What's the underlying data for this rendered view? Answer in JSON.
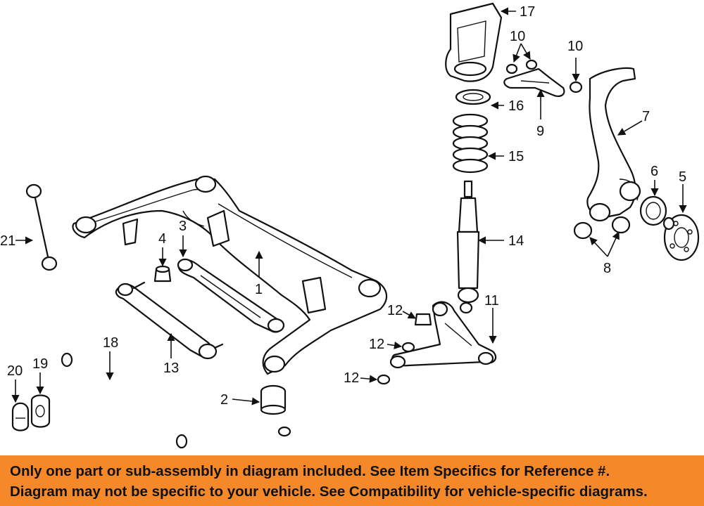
{
  "diagram": {
    "callouts": [
      "1",
      "2",
      "3",
      "4",
      "5",
      "6",
      "7",
      "8",
      "9",
      "10",
      "10",
      "11",
      "12",
      "12",
      "12",
      "13",
      "14",
      "15",
      "16",
      "17",
      "18",
      "19",
      "20",
      "21"
    ]
  },
  "banner": {
    "line1": "Only one part or sub-assembly in diagram included. See Item Specifics for Reference #.",
    "line2": "Diagram may not be specific to your vehicle. See Compatibility for vehicle-specific diagrams."
  },
  "colors": {
    "banner": "#f5892a",
    "ink": "#111111",
    "paper": "#ffffff"
  }
}
